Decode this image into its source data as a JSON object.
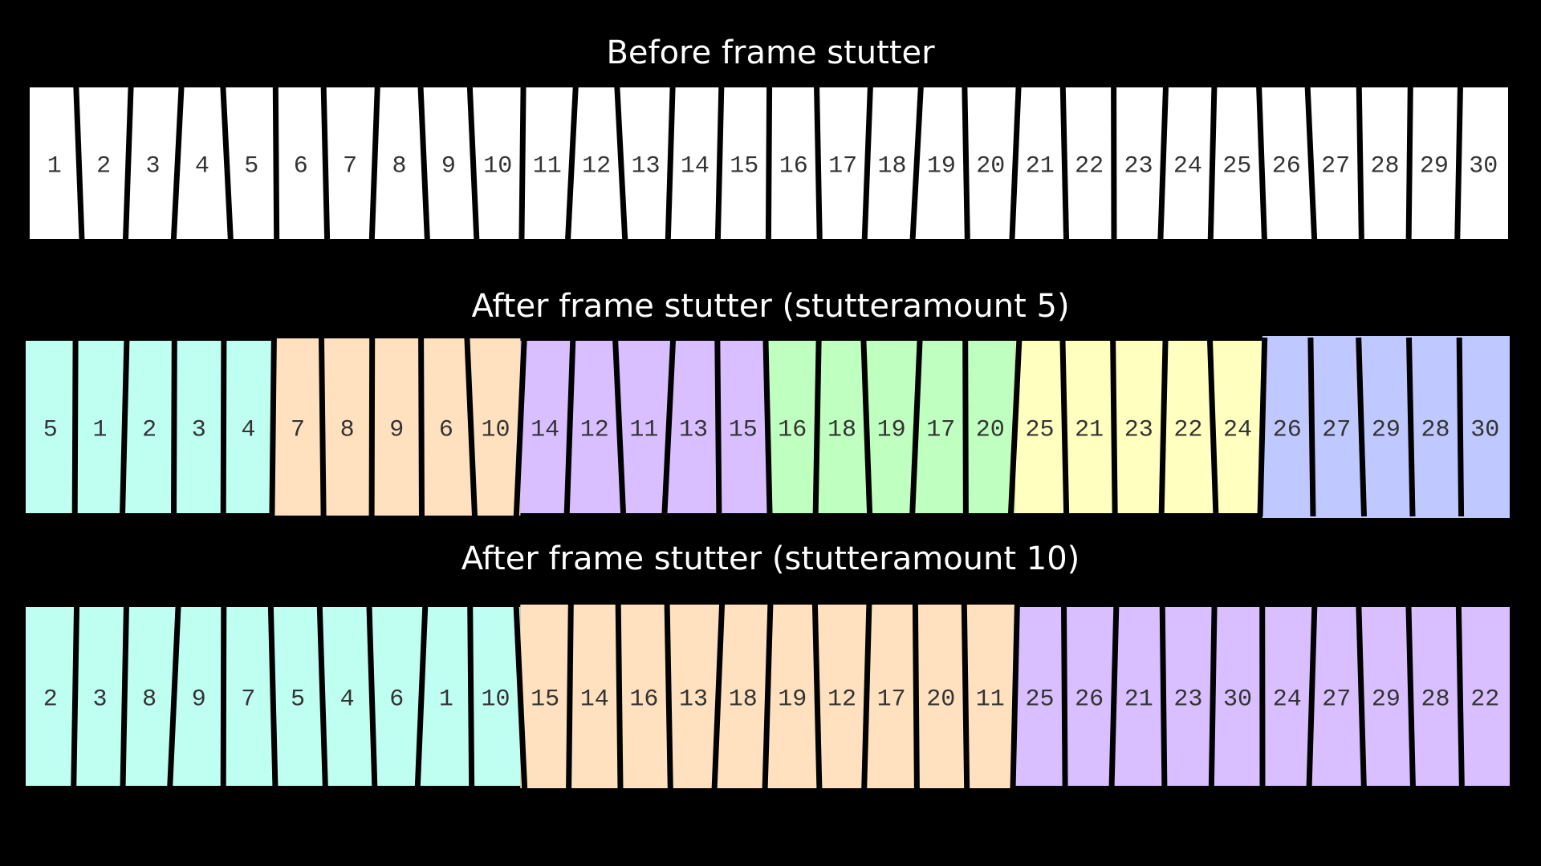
{
  "rows": [
    {
      "title": "Before frame stutter",
      "frames": [
        "1",
        "2",
        "3",
        "4",
        "5",
        "6",
        "7",
        "8",
        "9",
        "10",
        "11",
        "12",
        "13",
        "14",
        "15",
        "16",
        "17",
        "18",
        "19",
        "20",
        "21",
        "22",
        "23",
        "24",
        "25",
        "26",
        "27",
        "28",
        "29",
        "30"
      ],
      "groups": [
        {
          "color": "#ffffff",
          "count": 30
        }
      ]
    },
    {
      "title": "After frame stutter (stutteramount 5)",
      "frames": [
        "5",
        "1",
        "2",
        "3",
        "4",
        "7",
        "8",
        "9",
        "6",
        "10",
        "14",
        "12",
        "11",
        "13",
        "15",
        "16",
        "18",
        "19",
        "17",
        "20",
        "25",
        "21",
        "23",
        "22",
        "24",
        "26",
        "27",
        "29",
        "28",
        "30"
      ],
      "groups": [
        {
          "color": "#bffff2",
          "count": 5
        },
        {
          "color": "#ffe0bf",
          "count": 5
        },
        {
          "color": "#d9bfff",
          "count": 5
        },
        {
          "color": "#bfffbf",
          "count": 5
        },
        {
          "color": "#ffffbf",
          "count": 5
        },
        {
          "color": "#bfc8ff",
          "count": 5
        }
      ]
    },
    {
      "title": "After frame stutter (stutteramount 10)",
      "frames": [
        "2",
        "3",
        "8",
        "9",
        "7",
        "5",
        "4",
        "6",
        "1",
        "10",
        "15",
        "14",
        "16",
        "13",
        "18",
        "19",
        "12",
        "17",
        "20",
        "11",
        "25",
        "26",
        "21",
        "23",
        "30",
        "24",
        "27",
        "29",
        "28",
        "22"
      ],
      "groups": [
        {
          "color": "#bffff2",
          "count": 10
        },
        {
          "color": "#ffe0bf",
          "count": 10
        },
        {
          "color": "#d9bfff",
          "count": 10
        }
      ]
    }
  ]
}
